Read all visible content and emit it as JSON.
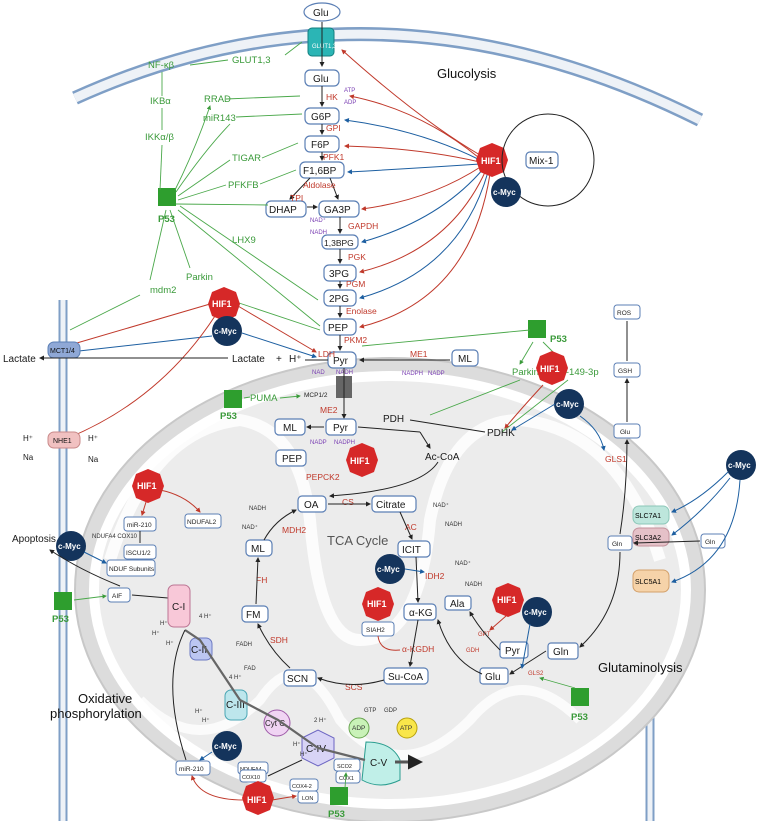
{
  "titles": {
    "glycolysis": "Glucolysis",
    "tca": "TCA Cycle",
    "oxphos_line1": "Oxidative",
    "oxphos_line2": "phosphorylation",
    "glutaminolysis": "Glutaminolysis"
  },
  "transport": {
    "glu_out": "Glu",
    "glut": "GLUT1,3",
    "mct": "MCT1/4",
    "nhe": "NHE1",
    "lactate_out": "Lactate",
    "lactate_in": "Lactate",
    "plus": "+",
    "h_plus": "H⁺",
    "h_left": "H⁺",
    "h_right": "H⁺",
    "na_left": "Na",
    "na_right": "Na",
    "mcp": "MCP1/2",
    "slc7a1": "SLC7A1",
    "slc3a2": "SLC3A2",
    "slc5a1": "SLC5A1",
    "gln_right": "Gln",
    "gln_left": "Gln"
  },
  "glycolysis": {
    "metabolites": [
      "Glu",
      "G6P",
      "F6P",
      "F1,6BP",
      "GA3P",
      "1,3BPG",
      "3PG",
      "2PG",
      "PEP",
      "Pyr"
    ],
    "dhap": "DHAP",
    "enzymes": [
      "HK",
      "GPI",
      "PFK1",
      "Aldolase",
      "TPI",
      "GAPDH",
      "PGK",
      "PGM",
      "Enolase",
      "PKM2",
      "LDH"
    ],
    "atp": "ATP",
    "adp": "ADP",
    "nad": "NAD⁺",
    "nadh": "NADH",
    "nad_ldh": "NAD",
    "nadh_ldh": "NADH"
  },
  "regulators": {
    "nfkb": "NF-κβ",
    "ikba": "IKBα",
    "ikkab": "IKKα/β",
    "rrad": "RRAD",
    "mir143": "miR143",
    "tigar": "TIGAR",
    "pfkfb": "PFKFB",
    "lhx9": "LHX9",
    "parkin": "Parkin",
    "mdm2": "mdm2",
    "p53": "P53",
    "hif1": "HIF1",
    "cmyc": "c-Myc",
    "mix1": "Mix-1",
    "me1": "ME1",
    "ml": "ML",
    "nadp": "NADP",
    "nadph": "NADPH",
    "parkin2": "Parkin",
    "mir1493p": "miR-149-3p",
    "puma": "PUMA",
    "ros": "ROS",
    "gsh": "GSH",
    "glu_ros": "Glu",
    "gls1": "GLS1"
  },
  "mito": {
    "pyr": "Pyr",
    "ml": "ML",
    "me2": "ME2",
    "pep": "PEP",
    "pepck2": "PEPCK2",
    "pdh": "PDH",
    "pdhk": "PDHK",
    "acoa": "Ac-CoA",
    "oa": "OA",
    "cs": "CS",
    "citrate": "Citrate",
    "ac": "AC",
    "icit": "ICIT",
    "idh2": "IDH2",
    "akg": "α-KG",
    "akgdh": "α-KGDH",
    "sucoa": "Su-CoA",
    "scs": "SCS",
    "scn": "SCN",
    "sdh": "SDH",
    "fm": "FM",
    "fh": "FH",
    "mdh2": "MDH2",
    "ml_tca": "ML",
    "siah2": "SIAH2",
    "ala": "Ala",
    "pyr2": "Pyr",
    "glu2": "Glu",
    "gln_mito": "Gln",
    "gpt": "GPT",
    "gdh": "GDH",
    "gls2": "GLS2",
    "gtp": "GTP",
    "gdp": "GDP",
    "nadh": "NADH",
    "nad": "NAD⁺"
  },
  "oxphos": {
    "apoptosis": "Apoptosis",
    "ndufs": "NDUF Subunits",
    "aif": "AIF",
    "mir210": "miR-210",
    "ndufal2": "NDUFAL2",
    "ndufa4_cox10": "NDUFA4 COX10",
    "iscu": "ISCU1/2",
    "ci": "C-I",
    "cii": "C-II",
    "ciii": "C-III",
    "civ": "C-IV",
    "cv": "C-V",
    "cytc": "Cyt C",
    "adp": "ADP",
    "atp": "ATP",
    "fadh": "FADH",
    "fad": "FAD",
    "mir210_b": "miR-210",
    "ndufa4": "NDUFA4",
    "cox10": "COX10",
    "cox42": "COX4-2",
    "lon": "LON",
    "sco2": "SCO2",
    "cox1": "COX1",
    "h4": "4 H⁺",
    "h2": "2 H⁺",
    "h": "H⁺"
  },
  "colors": {
    "membrane": "#7f9fc6",
    "hif1": "#d62828",
    "cmyc": "#14345c",
    "p53": "#2e9e2e",
    "enzyme": "#c0392b"
  }
}
